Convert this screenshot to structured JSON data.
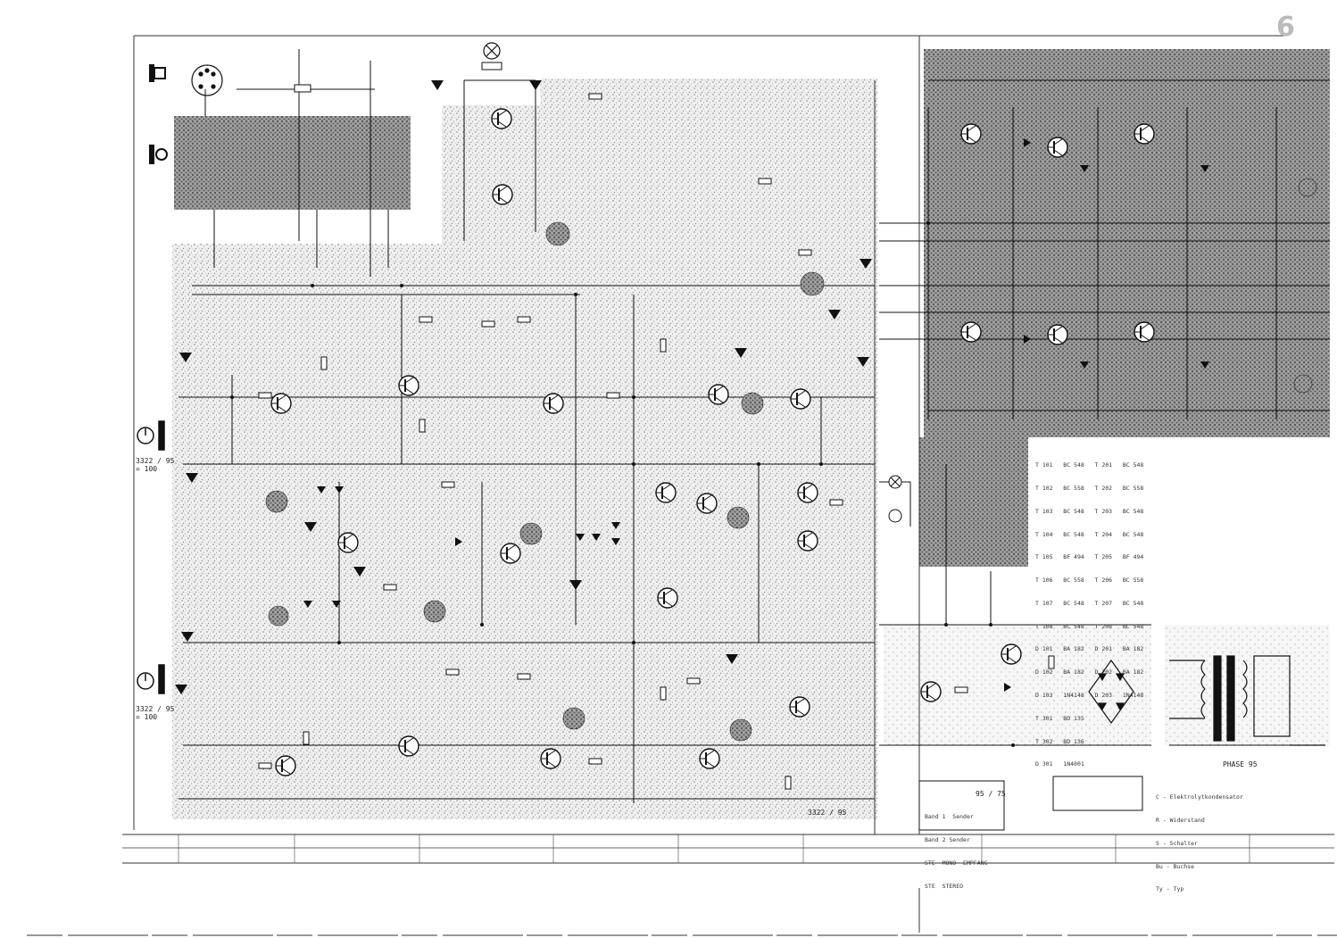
{
  "sheet": {
    "corner_mark": "6",
    "bottom_right_ref": "PHASE 95",
    "lower_left_ref": "3322 / 95",
    "lower_mid_ref": "95 / 75"
  },
  "input_labels": {
    "upper": "3322 / 95\n= 100",
    "lower": "3322 / 95\n= 100"
  },
  "legend_box": {
    "lines": [
      "Band 1  Sender",
      "Band 2 Sender",
      "STE  MONO  EMPFANG",
      "STE  STEREO"
    ]
  },
  "notes": {
    "lines": [
      "C - Elektrolytkondensator",
      "R - Widerstand",
      "S - Schalter",
      "Bu - Buchse",
      "Ty - Typ"
    ]
  },
  "parts_table": {
    "rows": [
      "T 101   BC 548   T 201   BC 548",
      "T 102   BC 558   T 202   BC 558",
      "T 103   BC 548   T 203   BC 548",
      "T 104   BC 548   T 204   BC 548",
      "T 105   BF 494   T 205   BF 494",
      "T 106   BC 558   T 206   BC 558",
      "T 107   BC 548   T 207   BC 548",
      "T 108   BC 548   T 208   BC 548",
      "D 101   BA 182   D 201   BA 182",
      "D 102   BA 182   D 202   BA 182",
      "D 103   1N4148   D 203   1N4148",
      "T 301   BD 135",
      "T 302   BD 136",
      "D 301   1N4001"
    ]
  }
}
